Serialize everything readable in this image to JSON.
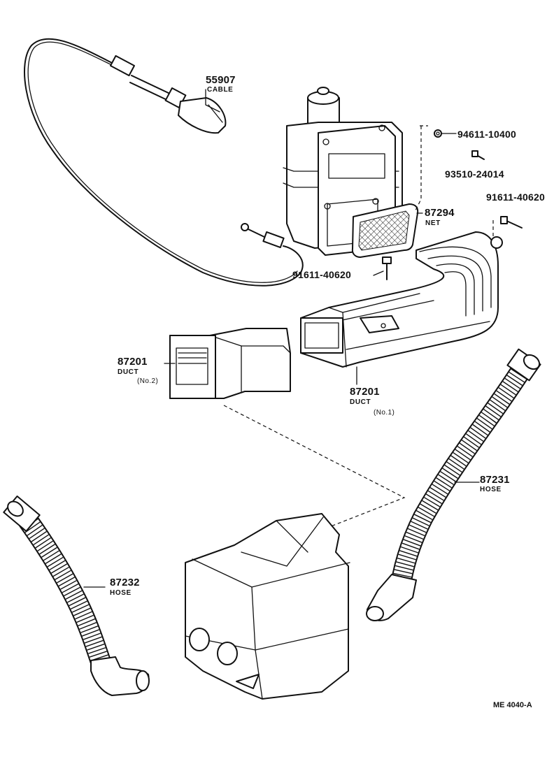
{
  "diagram": {
    "code": "ME 4040-A",
    "parts": [
      {
        "number": "55907",
        "name": "CABLE"
      },
      {
        "number": "94611-10400"
      },
      {
        "number": "93510-24014"
      },
      {
        "number": "91611-40620"
      },
      {
        "number": "87294",
        "name": "NET"
      },
      {
        "number": "91611-40620"
      },
      {
        "number": "87201",
        "name": "DUCT",
        "sub": "(No.2)"
      },
      {
        "number": "87201",
        "name": "DUCT",
        "sub": "(No.1)"
      },
      {
        "number": "87231",
        "name": "HOSE"
      },
      {
        "number": "87232",
        "name": "HOSE"
      }
    ]
  }
}
